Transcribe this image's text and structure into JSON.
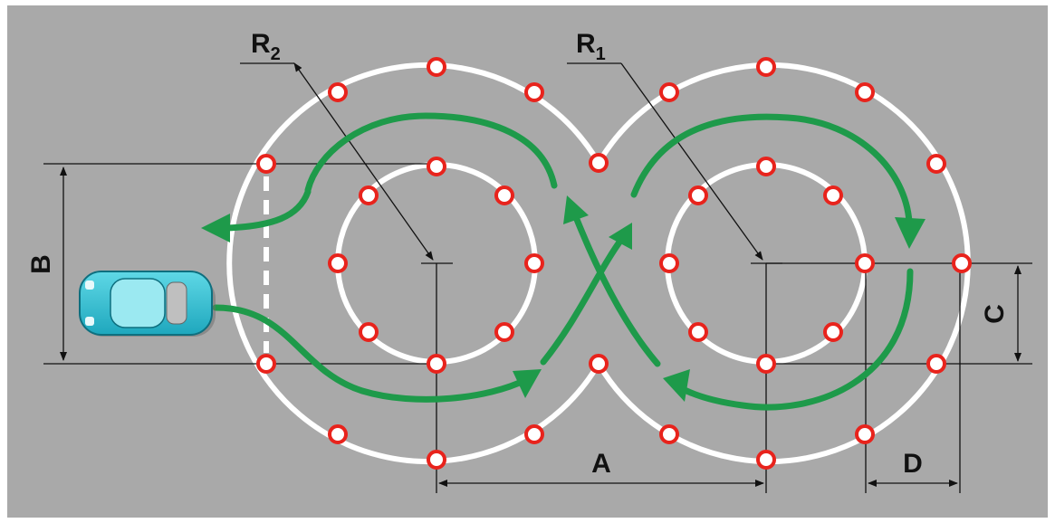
{
  "colors": {
    "background": "#a9a9a9",
    "track": "#ffffff",
    "cone_stroke": "#e8231c",
    "cone_fill": "#ffffff",
    "path": "#1e9a4a",
    "dimension": "#111111",
    "car_body": "#3fc6d6",
    "car_glass": "#7fe3ee"
  },
  "labels": {
    "r2_main": "R",
    "r2_sub": "2",
    "r1_main": "R",
    "r1_sub": "1",
    "a": "A",
    "b": "B",
    "c": "C",
    "d": "D"
  },
  "icons": {
    "car": "car-icon",
    "cone": "cone-marker-icon"
  }
}
